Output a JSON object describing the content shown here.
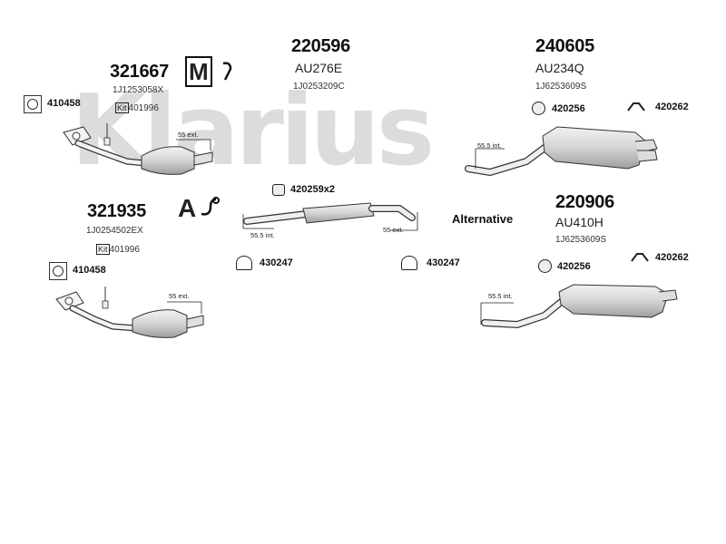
{
  "watermark": "Klarius",
  "groups": {
    "cat1": {
      "part_number": "321667",
      "oem_code": "1J1253058X",
      "badge": "M",
      "kit_label": "Kit",
      "kit_ref": "401996",
      "clamp_ref": "410458",
      "dim_label": "55 ext."
    },
    "cat2": {
      "part_number": "321935",
      "oem_code": "1J0254502EX",
      "badge": "A",
      "kit_label": "Kit",
      "kit_ref": "401996",
      "clamp_ref": "410458",
      "dim_label": "55 ext."
    },
    "middle": {
      "part_number": "220596",
      "code": "AU276E",
      "oem_code": "1J0253209C",
      "mount_ref": "420259x2",
      "hanger_left_ref": "430247",
      "hanger_right_ref": "430247",
      "dim_left": "55.5 int.",
      "dim_right": "55 ext."
    },
    "rear1": {
      "part_number": "240605",
      "code": "AU234Q",
      "oem_code": "1J6253609S",
      "mount_ref": "420256",
      "hanger_ref": "420262",
      "dim_label": "55.5 int."
    },
    "rear2": {
      "part_number": "220906",
      "code": "AU410H",
      "oem_code": "1J6253609S",
      "mount_ref": "420256",
      "hanger_ref": "420262",
      "dim_label": "55.5 int.",
      "alt_label": "Alternative"
    }
  },
  "colors": {
    "ink": "#222222",
    "watermark": "#dcdcdc",
    "part_fill": "#e6e6e6",
    "part_shade": "#bdbdbd"
  },
  "icons": [
    "clamp-icon",
    "kit-icon",
    "mounting-rubber-icon",
    "hanger-icon",
    "bracket-icon",
    "manifold-icon",
    "catalytic-converter-icon",
    "silencer-icon",
    "pipe-icon"
  ]
}
